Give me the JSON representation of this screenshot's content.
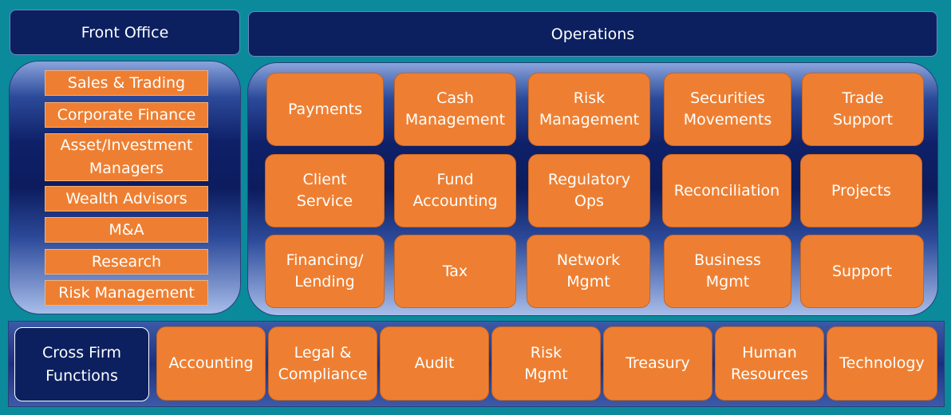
{
  "front_office": {
    "title": "Front Office",
    "items": [
      "Sales & Trading",
      "Corporate Finance",
      "Asset/Investment\nManagers",
      "Wealth Advisors",
      "M&A",
      "Research",
      "Risk Management"
    ]
  },
  "operations": {
    "title": "Operations",
    "items": [
      "Payments",
      "Cash\nManagement",
      "Risk\nManagement",
      "Securities\nMovements",
      "Trade\nSupport",
      "Client\nService",
      "Fund\nAccounting",
      "Regulatory\nOps",
      "Reconciliation",
      "Projects",
      "Financing/\nLending",
      "Tax",
      "Network\nMgmt",
      "Business\nMgmt",
      "Support"
    ]
  },
  "cross_firm": {
    "title": "Cross Firm\nFunctions",
    "items": [
      "Accounting",
      "Legal &\nCompliance",
      "Audit",
      "Risk\nMgmt",
      "Treasury",
      "Human\nResources",
      "Technology"
    ]
  }
}
